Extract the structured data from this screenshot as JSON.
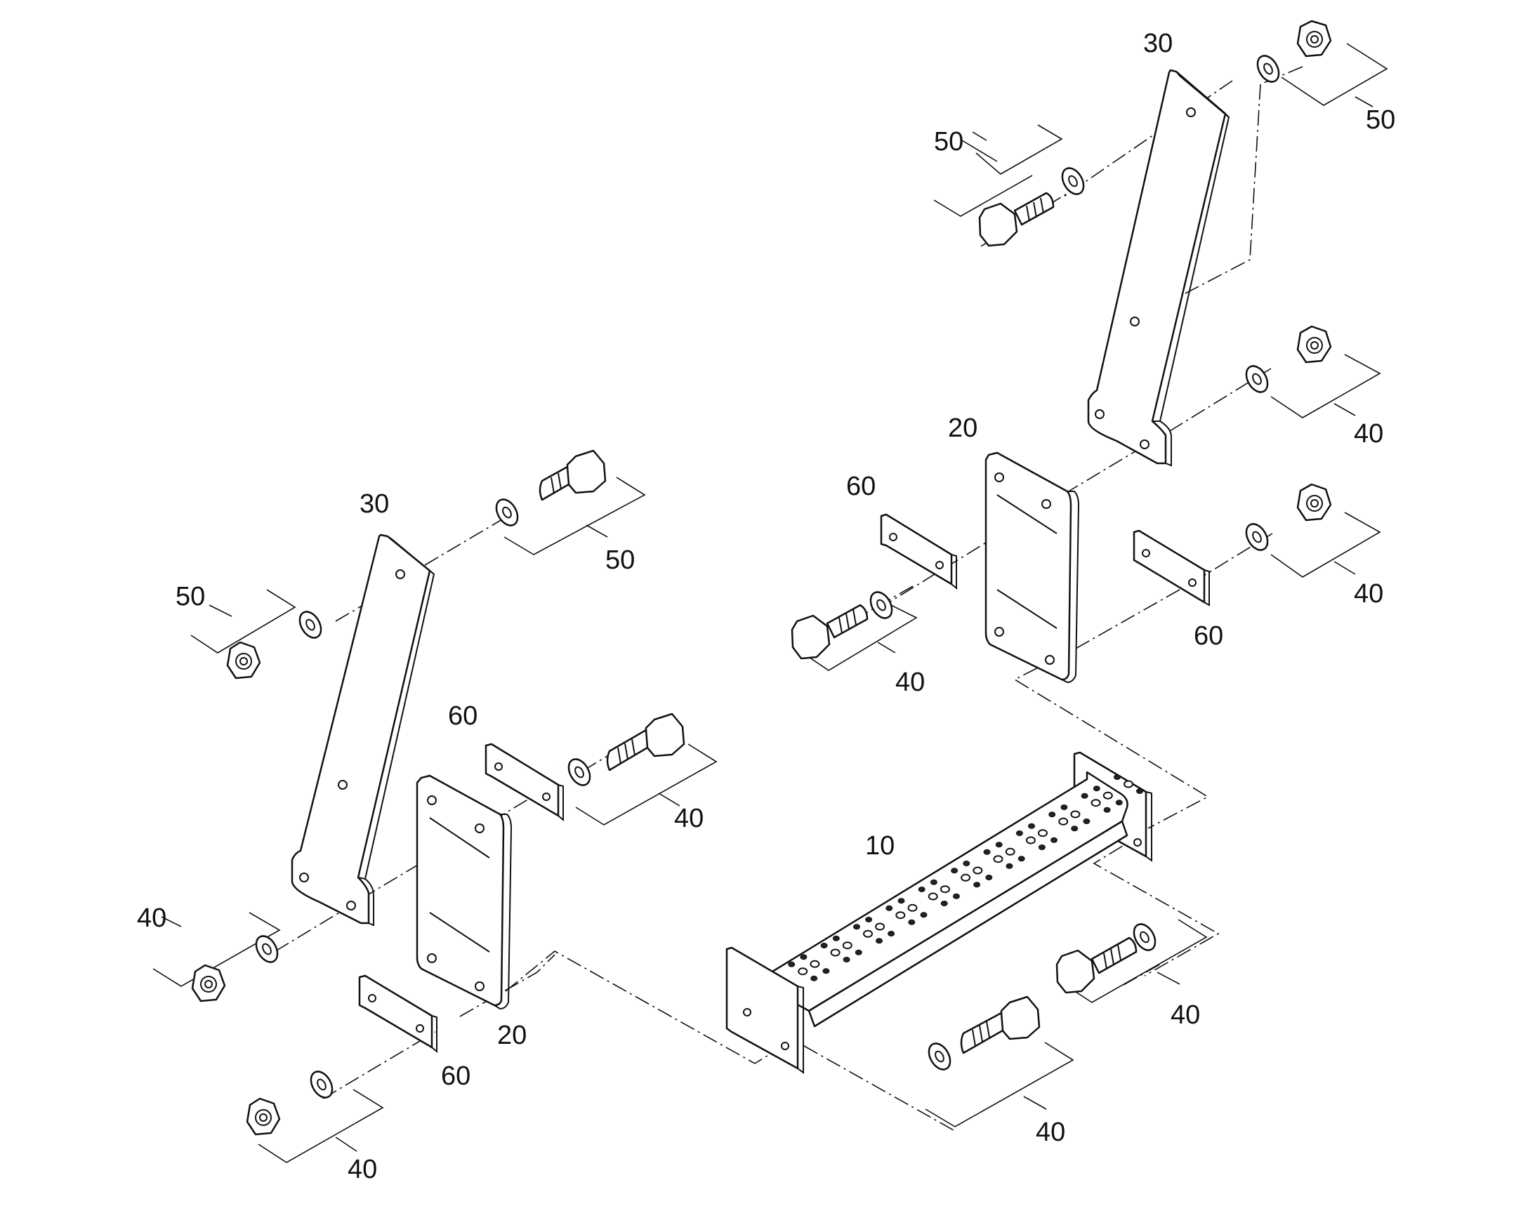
{
  "diagram": {
    "callouts": {
      "base_tube": "10",
      "plate_left": "20",
      "plate_right": "20",
      "bracket_left": "30",
      "bracket_right": "30",
      "strip_left_top": "60",
      "strip_left_bottom": "60",
      "strip_right_left": "60",
      "strip_right_right": "60",
      "bolt_left_top": "50",
      "nut_left_top": "50",
      "bolt_right_top": "50",
      "nut_right_top": "50",
      "nut_left_bracket_bottom": "40",
      "bolt_left_strip": "40",
      "nut_left_strip": "40",
      "bolt_right_plate": "40",
      "nut_right_bracket_bottom": "40",
      "nut_right_strip": "40",
      "bolt_tube_front": "40",
      "bolt_tube_back": "40"
    }
  }
}
